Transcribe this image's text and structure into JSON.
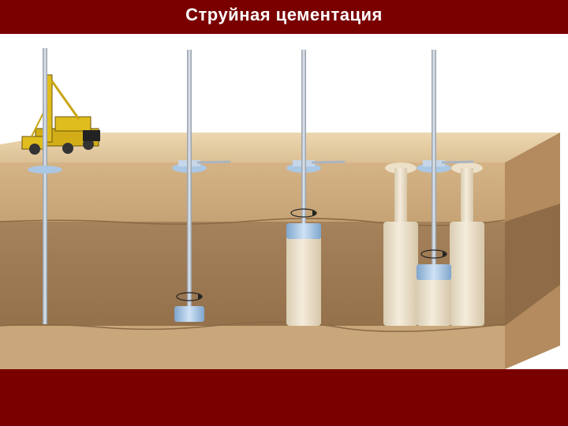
{
  "slide": {
    "title": "Струйная цементация"
  },
  "colors": {
    "background": "#7a0000",
    "panel": "#ffffff",
    "ground_top": "#e7cfa5",
    "ground_layer_upper": "#ccab80",
    "ground_layer_dark": "#9e7b55",
    "ground_layer_lower": "#c8a57a",
    "side_face": "#b58d61",
    "rod": "#a9b4c0",
    "jet_tool": "#a8c8e8",
    "soilcrete": "#ece0c8",
    "rig": "#e0bd1e"
  },
  "icons": {
    "rig": "drilling-rig-icon",
    "rotation": "rotation-arrow-icon"
  },
  "diagram": {
    "stages": [
      {
        "name": "drilling"
      },
      {
        "name": "jetting-start"
      },
      {
        "name": "column-forming"
      },
      {
        "name": "adjacent-columns"
      }
    ]
  }
}
